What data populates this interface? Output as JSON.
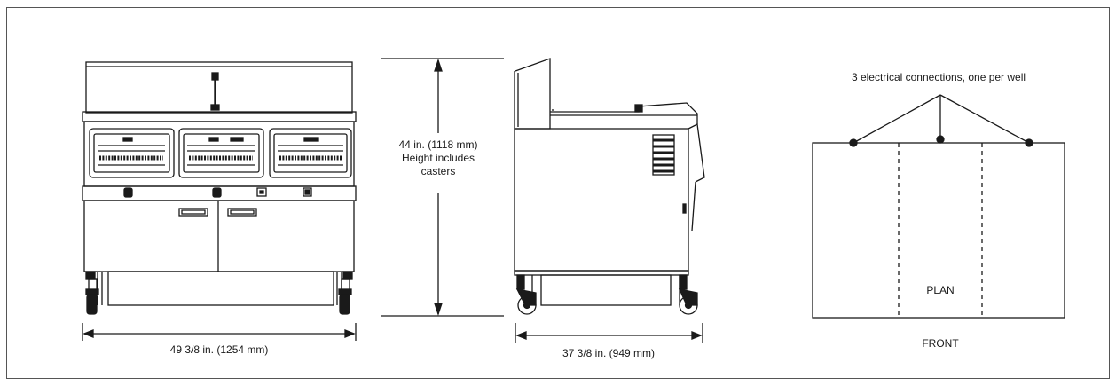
{
  "front_view": {
    "width_label": "49 3/8 in. (1254 mm)",
    "height_label_line1": "44 in. (1118 mm)",
    "height_label_line2": "Height includes",
    "height_label_line3": "casters"
  },
  "side_view": {
    "depth_label": "37 3/8 in. (949 mm)"
  },
  "plan_view": {
    "connections_label": "3 electrical connections, one per well",
    "plan_label": "PLAN",
    "front_label": "FRONT"
  },
  "colors": {
    "line": "#1a1a1a",
    "background": "#ffffff"
  }
}
